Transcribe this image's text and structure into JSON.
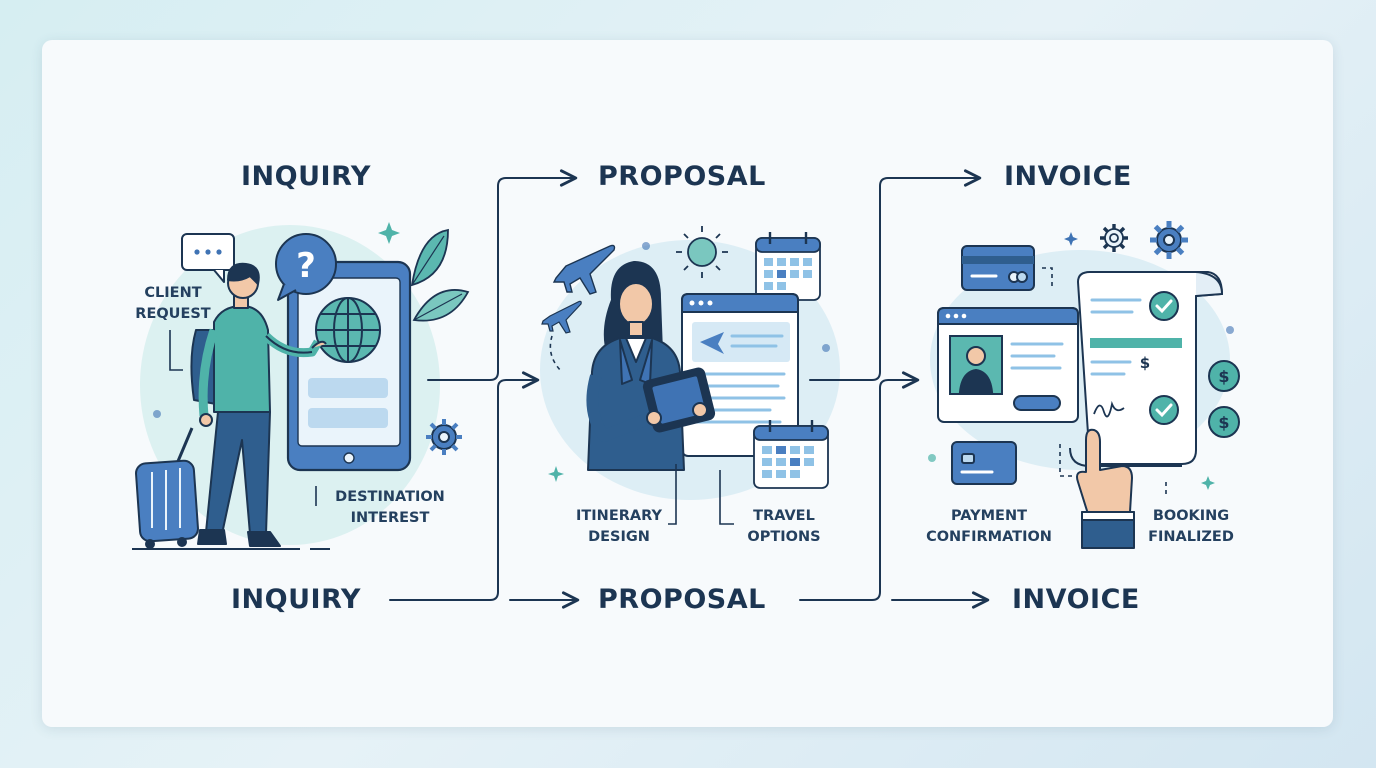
{
  "stages": {
    "top": [
      "INQUIRY",
      "PROPOSAL",
      "INVOICE"
    ],
    "bottom": [
      "INQUIRY",
      "PROPOSAL",
      "INVOICE"
    ]
  },
  "labels": {
    "client_request": [
      "CLIENT",
      "REQUEST"
    ],
    "destination_interest": [
      "DESTINATION",
      "INTEREST"
    ],
    "itinerary_design": [
      "ITINERARY",
      "DESIGN"
    ],
    "travel_options": [
      "TRAVEL",
      "OPTIONS"
    ],
    "payment_confirmation": [
      "PAYMENT",
      "CONFIRMATION"
    ],
    "booking_finalized": [
      "BOOKING",
      "FINALIZED"
    ]
  },
  "glyphs": {
    "question": "?",
    "dollar": "$"
  },
  "colors": {
    "navy": "#1c3552",
    "blue": "#3f73b4",
    "teal": "#4fb3a9",
    "light_blue": "#cfe3f1",
    "light_teal": "#d7eeee"
  }
}
